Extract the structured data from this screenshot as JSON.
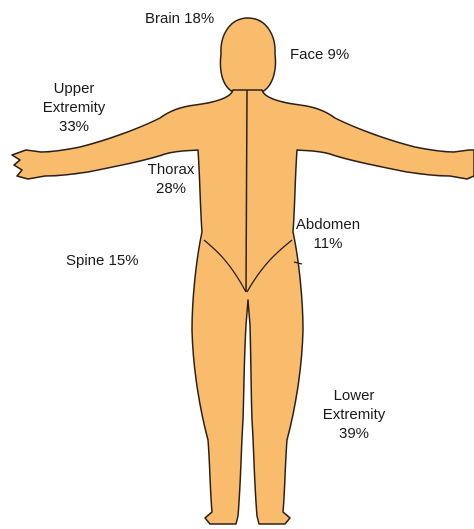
{
  "labels": {
    "brain": "Brain 18%",
    "face": "Face 9%",
    "upper_extremity": {
      "line1": "Upper",
      "line2": "Extremity",
      "line3": "33%"
    },
    "thorax": {
      "line1": "Thorax",
      "line2": "28%"
    },
    "abdomen": {
      "line1": "Abdomen",
      "line2": "11%"
    },
    "spine": "Spine 15%",
    "lower_extremity": {
      "line1": "Lower",
      "line2": "Extremity",
      "line3": "39%"
    }
  },
  "colors": {
    "skin": "#f8bc6c",
    "outline": "#2a2018",
    "text": "#1a1a1a",
    "background": "#ffffff"
  },
  "icons": {
    "body": "human-body-outline"
  }
}
